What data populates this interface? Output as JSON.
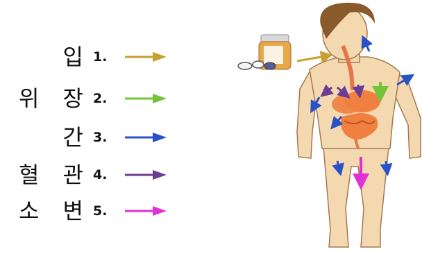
{
  "legend": [
    {
      "organ": "입",
      "number": "1.",
      "color": "#c8a030"
    },
    {
      "organ": "위 장",
      "number": "2.",
      "color": "#74c43a"
    },
    {
      "organ": "간",
      "number": "3.",
      "color": "#2a52c8"
    },
    {
      "organ": "혈 관",
      "number": "4.",
      "color": "#6a3c94"
    },
    {
      "organ": "소 변",
      "number": "5.",
      "color": "#e030d8"
    }
  ],
  "colors": {
    "skin": "#f4d8b0",
    "skin_outline": "#a57850",
    "hair": "#8a5a2a",
    "organs": "#f08040",
    "pill_bottle": "#e8a848"
  }
}
